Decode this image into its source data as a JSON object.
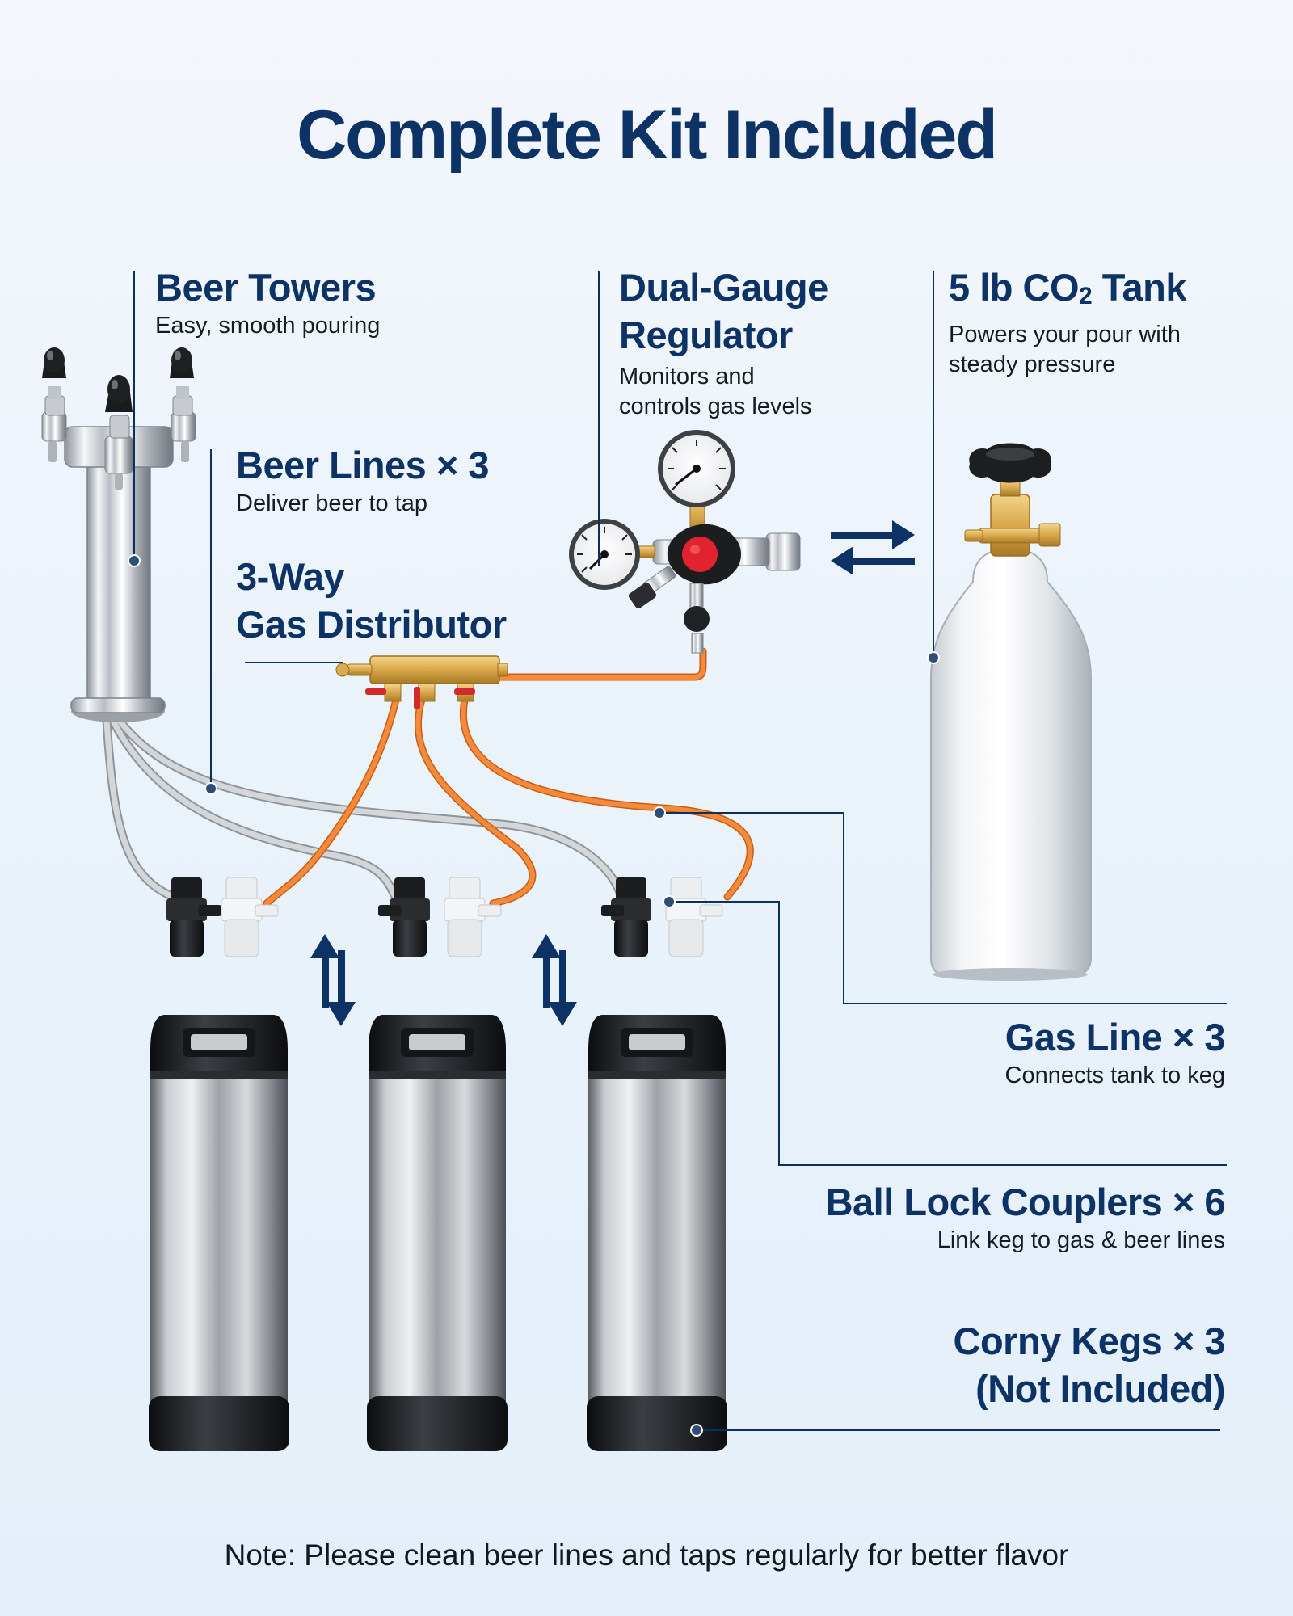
{
  "title": "Complete Kit Included",
  "labels": {
    "beer_towers": {
      "name": "Beer Towers",
      "desc": "Easy, smooth pouring"
    },
    "regulator": {
      "name_line1": "Dual-Gauge",
      "name_line2": "Regulator",
      "desc_line1": "Monitors and",
      "desc_line2": "controls gas levels"
    },
    "co2_tank": {
      "name_prefix": "5 lb CO",
      "name_sub": "2",
      "name_suffix": " Tank",
      "desc_line1": "Powers your pour with",
      "desc_line2": "steady pressure"
    },
    "beer_lines": {
      "name": "Beer Lines × 3",
      "desc": "Deliver beer to tap"
    },
    "distributor": {
      "name_line1": "3-Way",
      "name_line2": "Gas Distributor"
    },
    "gas_line": {
      "name": "Gas Line × 3",
      "desc": "Connects tank to keg"
    },
    "couplers": {
      "name": "Ball Lock Couplers × 6",
      "desc": "Link keg to gas & beer lines"
    },
    "kegs": {
      "name_line1": "Corny Kegs × 3",
      "name_line2": "(Not Included)"
    }
  },
  "note": "Note: Please clean beer lines and taps regularly for better flavor",
  "colors": {
    "heading": "#0d3266",
    "callout_line": "#0e2f5c",
    "gas_hose": "#f07a2c",
    "beer_hose": "#b9bdc2",
    "brass": "#d9a84a",
    "keg_rubber": "#1b1d20",
    "regulator_knob": "#e0232f"
  },
  "icons": [
    "double-arrow-horizontal-icon",
    "double-arrow-vertical-icon"
  ]
}
